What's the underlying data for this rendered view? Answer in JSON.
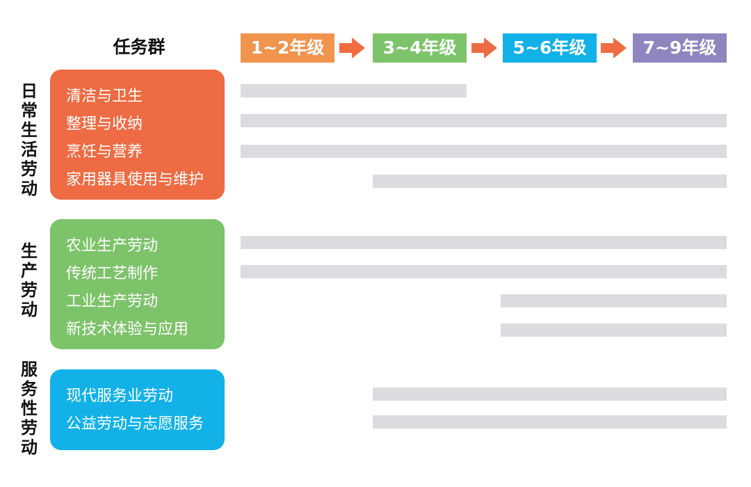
{
  "header": {
    "task_group_label": "任务群"
  },
  "grades": [
    {
      "label": "1~2年级",
      "color": "#f0944e"
    },
    {
      "label": "3~4年级",
      "color": "#7dc36a"
    },
    {
      "label": "5~6年级",
      "color": "#12b1e7"
    },
    {
      "label": "7~9年级",
      "color": "#8f85bf"
    }
  ],
  "arrow_color": "#ef6c43",
  "bar_color": "#dcdbdf",
  "groups": [
    {
      "category": "日常生活劳动",
      "color": "#ee6b43",
      "tasks": [
        {
          "label": "清洁与卫生",
          "grade_span": "1~2年级 至 3~4年级"
        },
        {
          "label": "整理与收纳",
          "grade_span": "1~2年级 至 7~9年级"
        },
        {
          "label": "烹饪与营养",
          "grade_span": "1~2年级 至 7~9年级"
        },
        {
          "label": "家用器具使用与维护",
          "grade_span": "3~4年级 至 7~9年级"
        }
      ]
    },
    {
      "category": "生产劳动",
      "color": "#7dc36a",
      "tasks": [
        {
          "label": "农业生产劳动",
          "grade_span": "1~2年级 至 7~9年级"
        },
        {
          "label": "传统工艺制作",
          "grade_span": "1~2年级 至 7~9年级"
        },
        {
          "label": "工业生产劳动",
          "grade_span": "5~6年级 至 7~9年级"
        },
        {
          "label": "新技术体验与应用",
          "grade_span": "5~6年级 至 7~9年级"
        }
      ]
    },
    {
      "category": "服务性劳动",
      "color": "#12b1e7",
      "tasks": [
        {
          "label": "现代服务业劳动",
          "grade_span": "3~4年级 至 7~9年级"
        },
        {
          "label": "公益劳动与志愿服务",
          "grade_span": "3~4年级 至 7~9年级"
        }
      ]
    }
  ]
}
